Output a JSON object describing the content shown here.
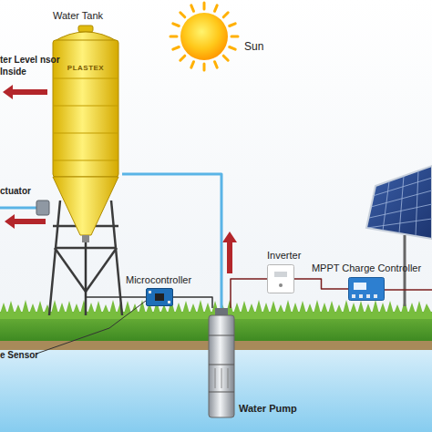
{
  "diagram": {
    "nodes": [
      {
        "text": [
          "Sun"
        ]
      },
      {
        "text": [
          "Water Tank",
          "PLASTEX"
        ]
      },
      {
        "text": [
          "Inverter"
        ]
      },
      {
        "text": [
          "MPPT Charge Controller"
        ]
      },
      {
        "text": [
          "Microcontroller"
        ]
      },
      {
        "text": [
          "Water Pump"
        ]
      }
    ],
    "edges": [
      {
        "from": 5,
        "to": 1,
        "arrow": "none"
      },
      {
        "from": 1,
        "to": 4,
        "arrow": "none"
      },
      {
        "from": 4,
        "to": 5,
        "arrow": "none"
      },
      {
        "from": 5,
        "to": 2,
        "arrow": "none"
      },
      {
        "from": 2,
        "to": 3,
        "arrow": "none"
      }
    ],
    "labels": [
      "ter Level nsor Inside",
      "ctuator",
      "e Sensor"
    ]
  }
}
